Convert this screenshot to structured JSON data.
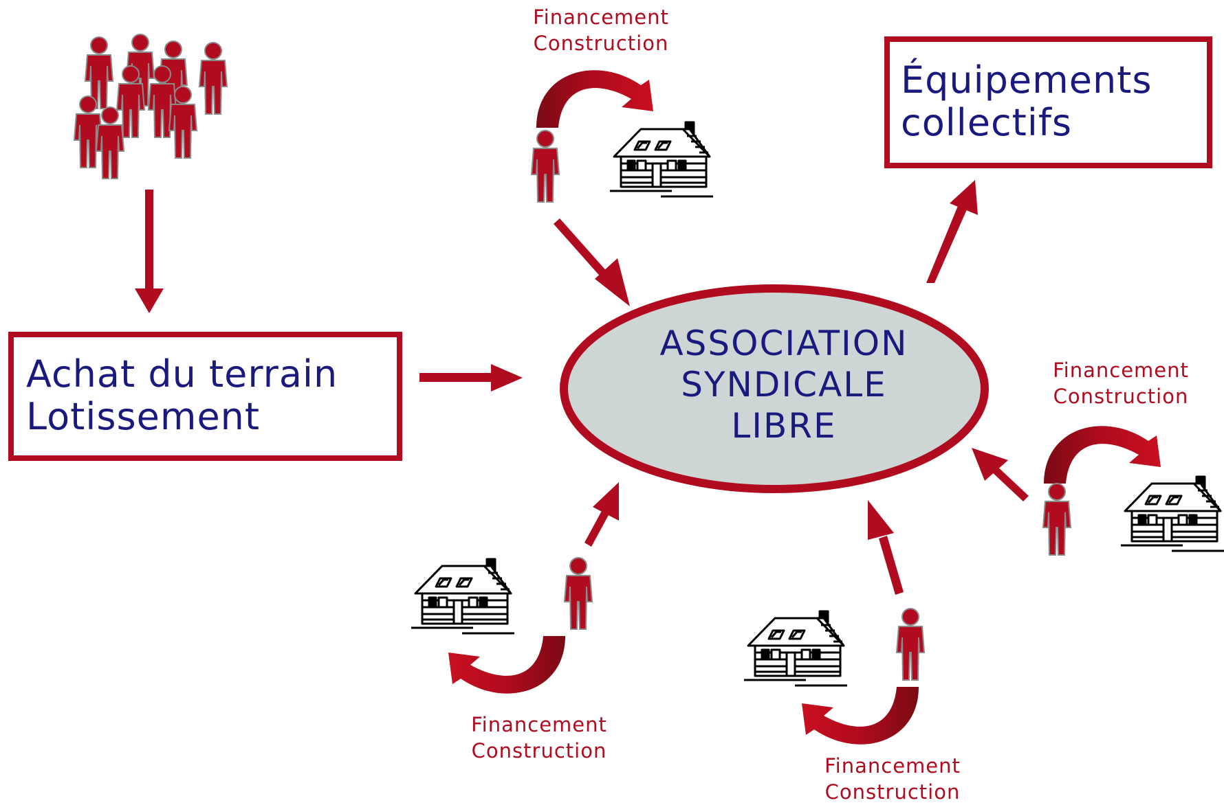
{
  "center": {
    "line1": "ASSOCIATION",
    "line2": "SYNDICALE",
    "line3": "LIBRE"
  },
  "boxes": {
    "land": {
      "line1": "Achat du terrain",
      "line2": "Lotissement"
    },
    "equipment": {
      "line1": "Équipements",
      "line2": "collectifs"
    }
  },
  "funding_labels": {
    "top": {
      "line1": "Financement",
      "line2": "Construction"
    },
    "right": {
      "line1": "Financement",
      "line2": "Construction"
    },
    "bottom_left": {
      "line1": "Financement",
      "line2": "Construction"
    },
    "bottom_mid": {
      "line1": "Financement",
      "line2": "Construction"
    }
  },
  "colors": {
    "accent_red": "#b00b1e",
    "text_navy": "#1a1a7e",
    "ellipse_fill": "#cdd5d5"
  },
  "icons": [
    "person-group-icon",
    "person-icon",
    "house-icon",
    "curved-arrow-icon",
    "arrow-icon"
  ]
}
